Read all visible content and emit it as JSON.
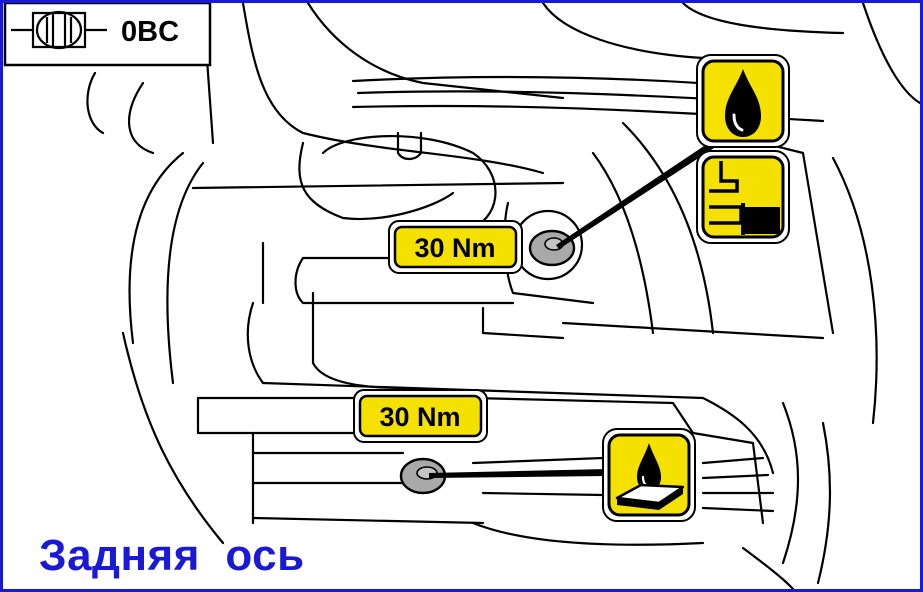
{
  "header": {
    "gearbox_code": "0BC",
    "icon": "gearbox-symbol-icon"
  },
  "labels": {
    "upper_torque": "30 Nm",
    "lower_torque": "30 Nm"
  },
  "icons": {
    "upper_oil": "oil-drop-icon",
    "upper_fill_level": "fill-to-edge-icon",
    "lower_drain": "oil-drain-icon"
  },
  "caption": {
    "text": "Задняя  ось"
  },
  "colors": {
    "label_yellow": "#f5e100",
    "caption_blue": "#1a1ad6",
    "plug_gray": "#a9a9a9",
    "outline": "#000000"
  }
}
